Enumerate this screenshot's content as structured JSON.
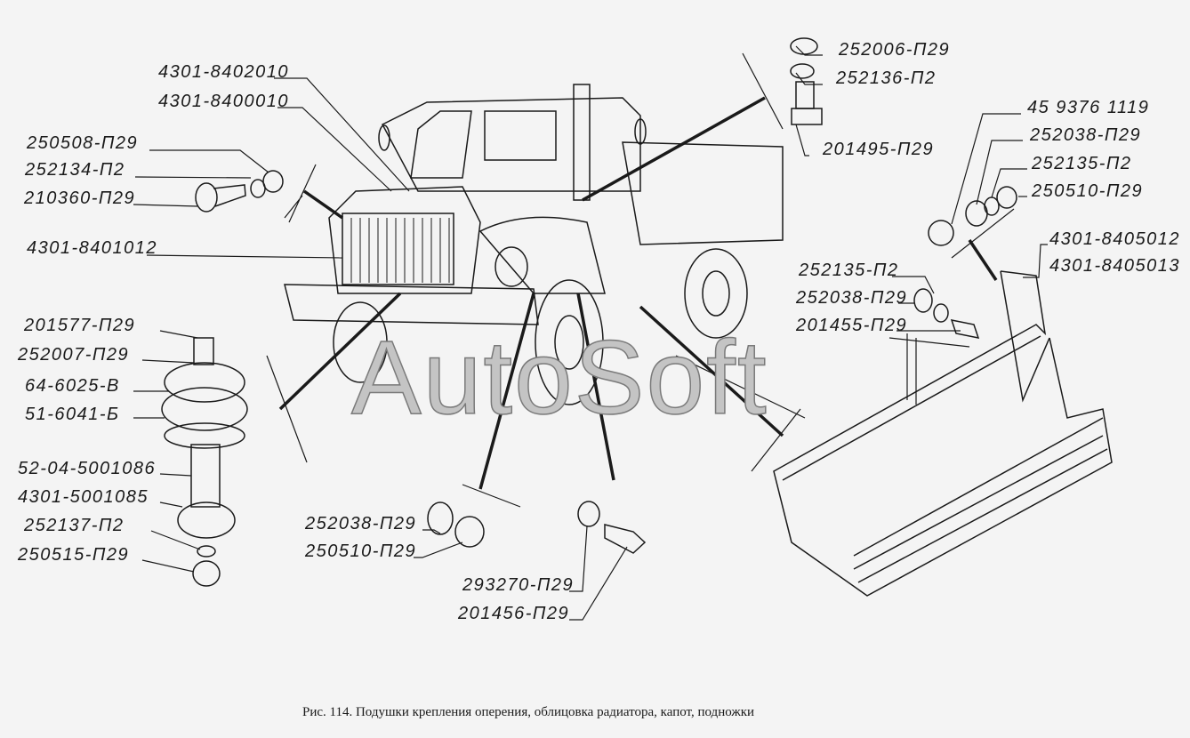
{
  "watermark": "AutoSoft",
  "caption": "Рис. 114.  Подушки крепления оперения, облицовка радиатора, капот, подножки",
  "labels": {
    "l1": "4301-8402010",
    "l2": "4301-8400010",
    "l3": "250508-П29",
    "l4": "252134-П2",
    "l5": "210360-П29",
    "l6": "4301-8401012",
    "l7": "201577-П29",
    "l8": "252007-П29",
    "l9": "64-6025-В",
    "l10": "51-6041-Б",
    "l11": "52-04-5001086",
    "l12": "4301-5001085",
    "l13": "252137-П2",
    "l14": "250515-П29",
    "l15": "252038-П29",
    "l16": "250510-П29",
    "l17": "293270-П29",
    "l18": "201456-П29",
    "l19": "252006-П29",
    "l20": "252136-П2",
    "l21": "201495-П29",
    "l22": "45 9376 1119",
    "l23": "252038-П29",
    "l24": "252135-П2",
    "l25": "250510-П29",
    "l26": "4301-8405012",
    "l27": "4301-8405013",
    "l28": "252135-П2",
    "l29": "252038-П29",
    "l30": "201455-П29"
  }
}
